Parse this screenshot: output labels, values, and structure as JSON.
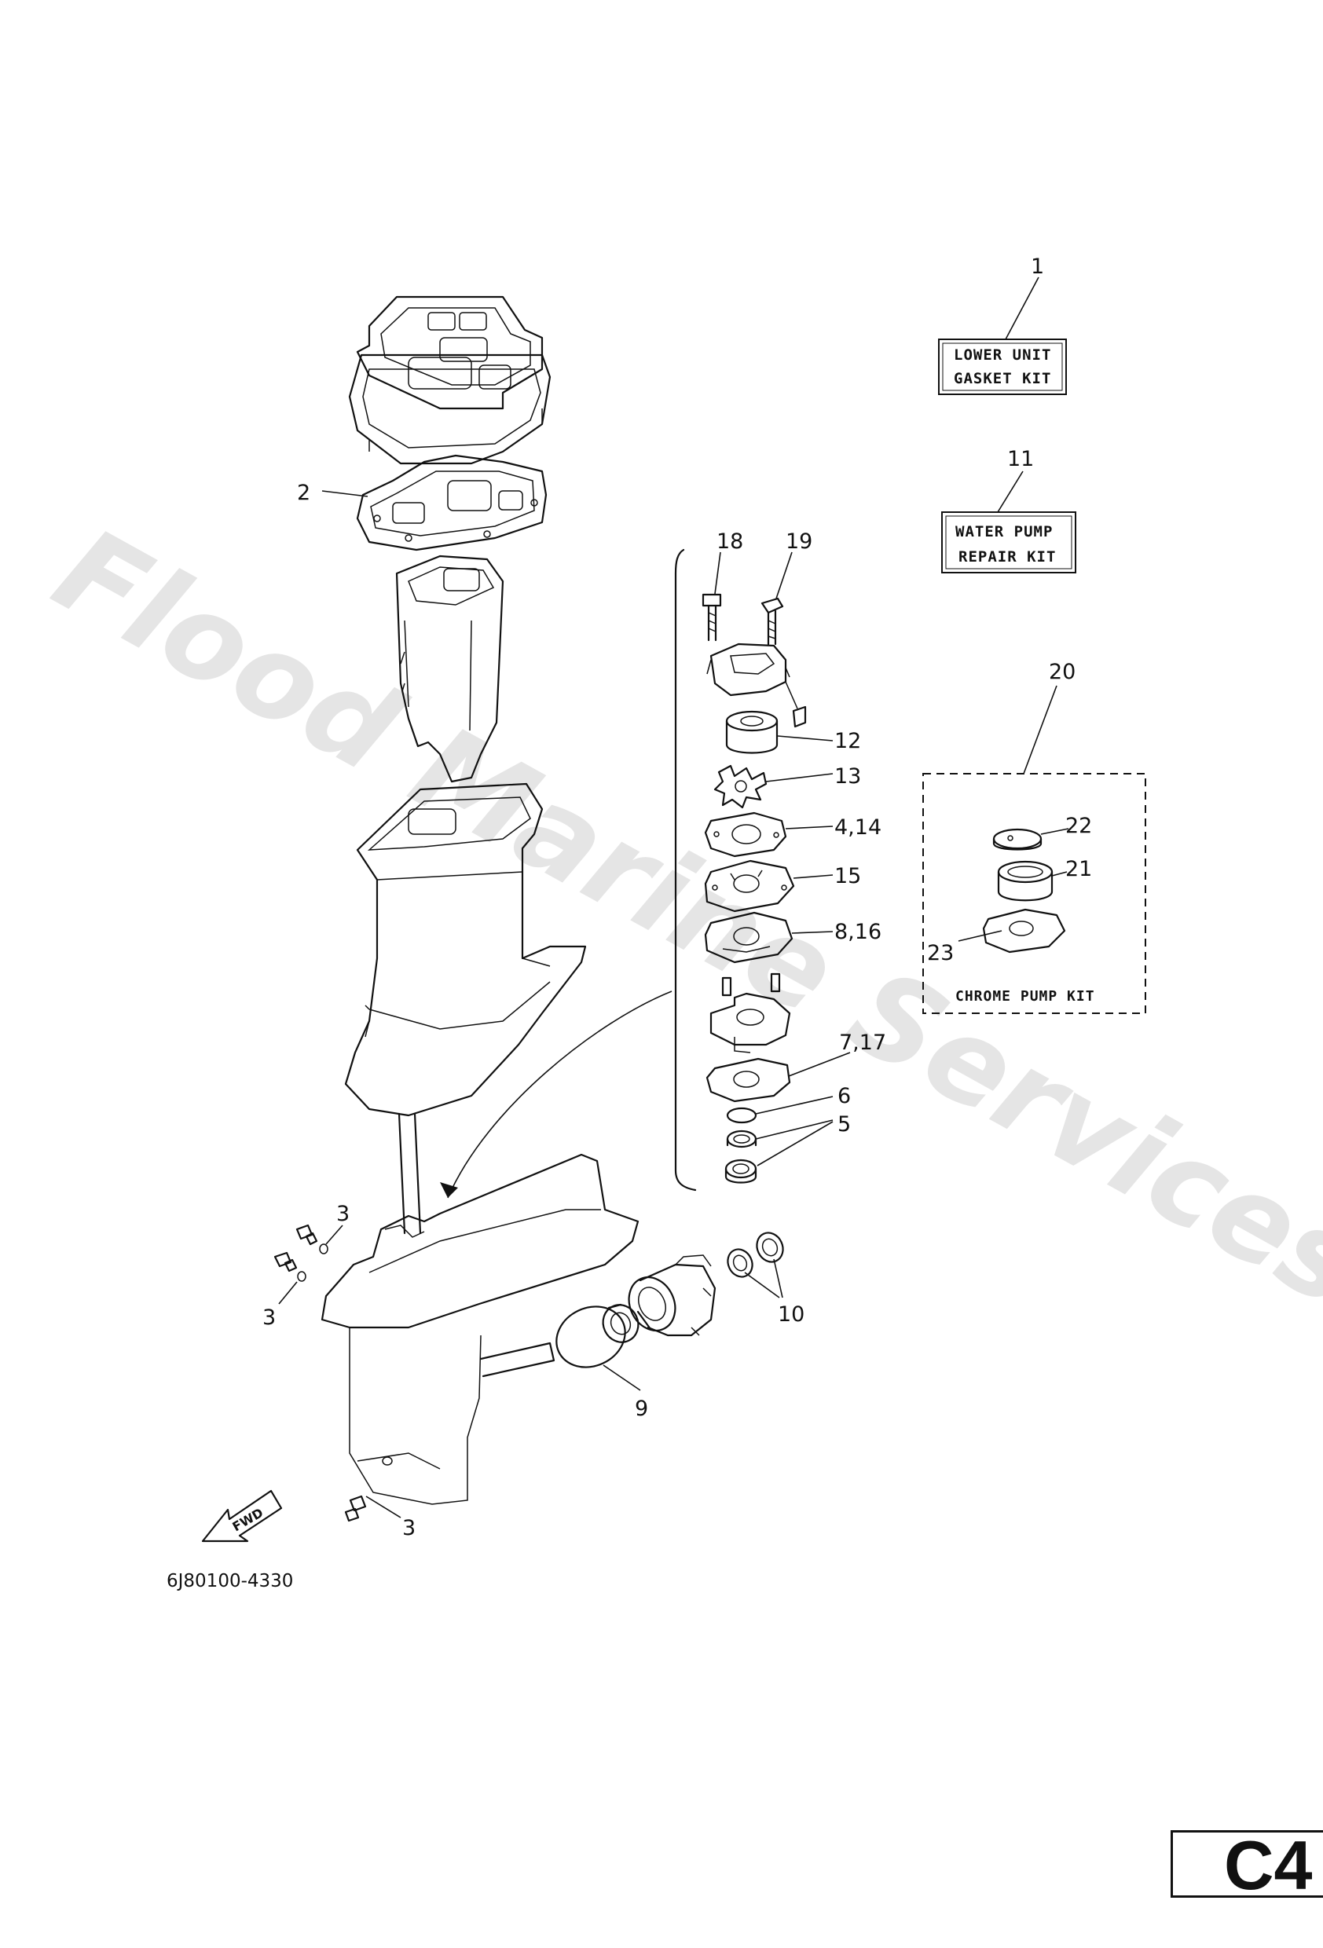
{
  "diagram": {
    "watermark": "Flood Marine Services",
    "drawing_number": "6J80100-4330",
    "page_code": "C4",
    "kits": {
      "lower_unit": {
        "callout": "1",
        "line1": "LOWER UNIT",
        "line2": "GASKET KIT"
      },
      "water_pump": {
        "callout": "11",
        "line1": "WATER PUMP",
        "line2": "REPAIR KIT"
      },
      "chrome_pump": {
        "callout": "20",
        "label": "CHROME PUMP KIT"
      }
    },
    "callouts": {
      "c2": "2",
      "c18": "18",
      "c19": "19",
      "c12": "12",
      "c13": "13",
      "c4_14": "4,14",
      "c15": "15",
      "c8_16": "8,16",
      "c7_17": "7,17",
      "c6": "6",
      "c5": "5",
      "c22": "22",
      "c21": "21",
      "c23": "23",
      "c3a": "3",
      "c3b": "3",
      "c3c": "3",
      "c10": "10",
      "c9": "9"
    },
    "fwd_label": "FWD"
  }
}
